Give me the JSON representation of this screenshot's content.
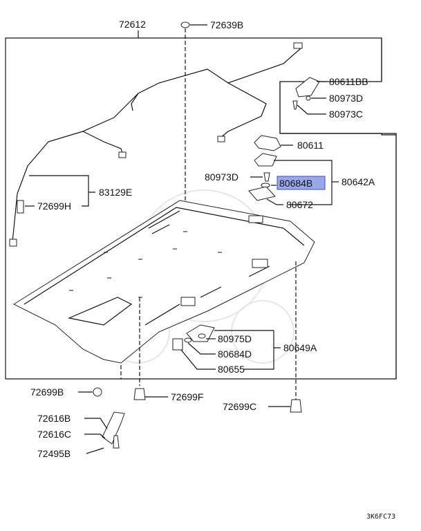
{
  "parts": {
    "p72612": "72612",
    "p72639B": "72639B",
    "p80611BB": "80611BB",
    "p80973D_top": "80973D",
    "p80973C": "80973C",
    "p80611": "80611",
    "p80973D_mid": "80973D",
    "p80684B": "80684B",
    "p80642A": "80642A",
    "p80672": "80672",
    "p83129E": "83129E",
    "p72699H": "72699H",
    "p80975D": "80975D",
    "p80684D": "80684D",
    "p80649A": "80649A",
    "p80655": "80655",
    "p72699B": "72699B",
    "p72699F": "72699F",
    "p72699C": "72699C",
    "p72616B": "72616B",
    "p72616C": "72616C",
    "p72495B": "72495B"
  },
  "highlight_color": "#9aa7e8",
  "diagram_code": "3K6FC73"
}
